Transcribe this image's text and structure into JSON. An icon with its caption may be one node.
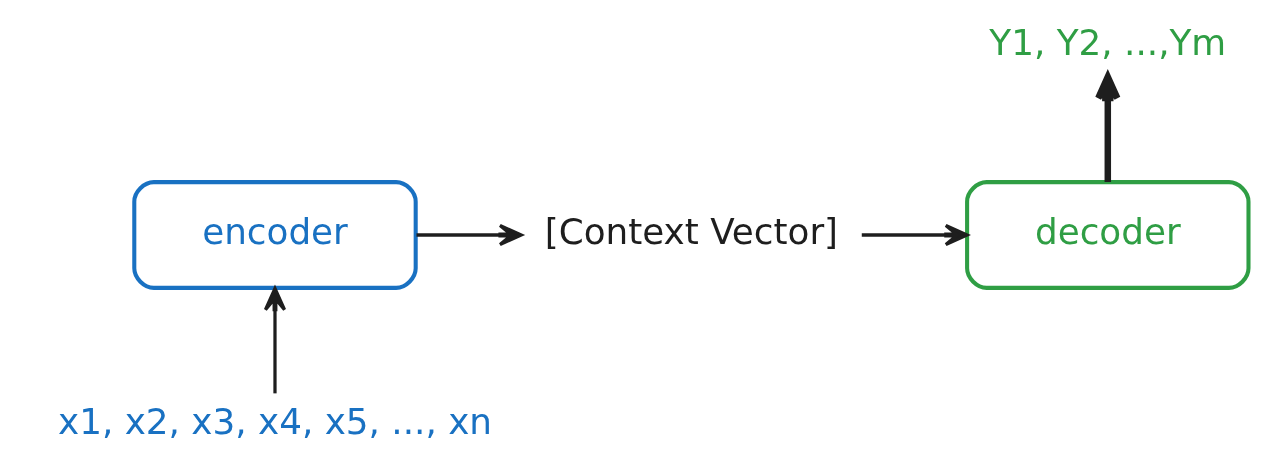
{
  "diagram": {
    "nodes": [
      {
        "text": [
          "x1, x2, x3, x4, x5, ..., xn"
        ]
      },
      {
        "text": [
          "encoder"
        ]
      },
      {
        "text": [
          "[Context Vector]"
        ]
      },
      {
        "text": [
          "decoder"
        ]
      },
      {
        "text": [
          "Y1, Y2, ...,Ym"
        ]
      }
    ],
    "edges": [
      {
        "from": 0,
        "to": 1,
        "arrow": "to"
      },
      {
        "from": 1,
        "to": 2,
        "arrow": "to"
      },
      {
        "from": 2,
        "to": 3,
        "arrow": "to"
      },
      {
        "from": 3,
        "to": 4,
        "arrow": "to",
        "style": "thick"
      }
    ]
  }
}
